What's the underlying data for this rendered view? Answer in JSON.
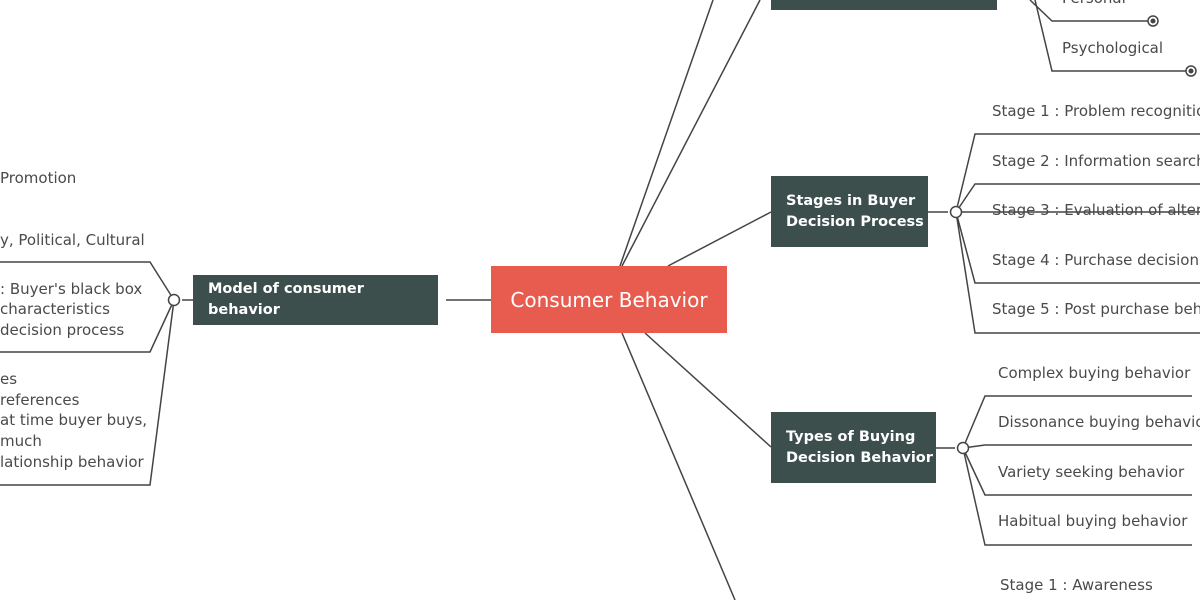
{
  "central": {
    "label": "Consumer Behavior",
    "color": "#e85c4f"
  },
  "node_color": "#3d4f4c",
  "model": {
    "label": "Model of consumer behavior",
    "items": [
      "Promotion",
      "y, Political, Cultural",
      ": Buyer's black box",
      "characteristics",
      "decision process",
      "es",
      "references",
      "at time buyer buys,",
      "much",
      "lationship behavior"
    ]
  },
  "factors": {
    "items": [
      "Personal",
      "Psychological"
    ]
  },
  "stages": {
    "label_line1": "Stages in Buyer",
    "label_line2": "Decision Process",
    "items": [
      "Stage 1 : Problem recognitio",
      "Stage 2 : Information search",
      "Stage 3 : Evaluation of altern",
      "Stage 4 : Purchase decision",
      "Stage 5 : Post purchase beha"
    ]
  },
  "types": {
    "label_line1": "Types of Buying",
    "label_line2": "Decision Behavior",
    "items": [
      "Complex buying behavior",
      "Dissonance buying behavio",
      "Variety seeking behavior",
      "Habitual buying behavior"
    ]
  },
  "bottom": {
    "items": [
      "Stage 1 : Awareness"
    ]
  }
}
